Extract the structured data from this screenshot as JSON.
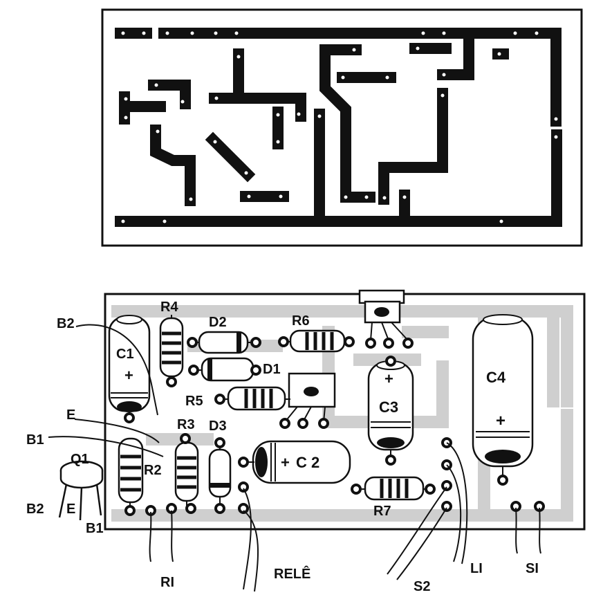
{
  "labels": {
    "r4": "R4",
    "d2": "D2",
    "r6": "R6",
    "b2_top": "B2",
    "c1": "C1",
    "d1": "D1",
    "c4": "C4",
    "r5": "R5",
    "c3": "C3",
    "e_lead": "E",
    "r3": "R3",
    "d3": "D3",
    "b1_lead": "B1",
    "q1": "Q1",
    "r2": "R2",
    "c2": "C 2",
    "b2_pin": "B2",
    "e_pin": "E",
    "b1_pin": "B1",
    "r7": "R7",
    "r1": "RI",
    "rele": "RELÊ",
    "s2": "S2",
    "l1": "LI",
    "s1": "SI"
  },
  "polarity": {
    "plus": "+"
  }
}
